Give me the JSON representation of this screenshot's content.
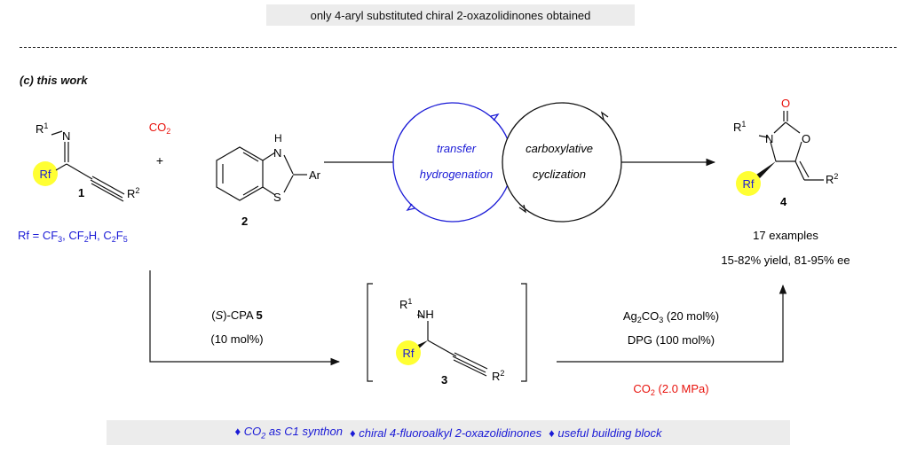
{
  "top_note": "only 4-aryl substituted chiral 2-oxazolidinones obtained",
  "section_label": "(c) this work",
  "left_cycle": [
    "transfer",
    "hydrogenation"
  ],
  "right_cycle": [
    "carboxylative",
    "cyclization"
  ],
  "co2_reactant": "CO2",
  "plus": "+",
  "compound_1_label": "1",
  "compound_2_label": "2",
  "compound_3_label": "3",
  "compound_4_label": "4",
  "rf_definition": "Rf = CF3, CF2H, C2F5",
  "catalyst_line1": "(S)-CPA 5",
  "catalyst_line2": "(10 mol%)",
  "reagent_line1": "Ag2CO3 (20 mol%)",
  "reagent_line2": "DPG (100 mol%)",
  "reagent_co2": "CO2 (2.0 MPa)",
  "examples": "17 examples",
  "yield_ee": "15-82% yield, 81-95% ee",
  "highlights": [
    "CO2 as C1 synthon",
    "chiral 4-fluoroalkyl 2-oxazolidinones",
    "useful building block"
  ],
  "atom_labels": {
    "rf": "Rf",
    "r1": "R1",
    "r2": "R2",
    "n": "N",
    "nh": "NH",
    "h": "H",
    "s": "S",
    "ar": "Ar",
    "o": "O"
  },
  "colors": {
    "blue": "#1a1ad6",
    "red": "#e8120c",
    "rf_highlight": "#ffff33",
    "banner": "#ececec"
  }
}
